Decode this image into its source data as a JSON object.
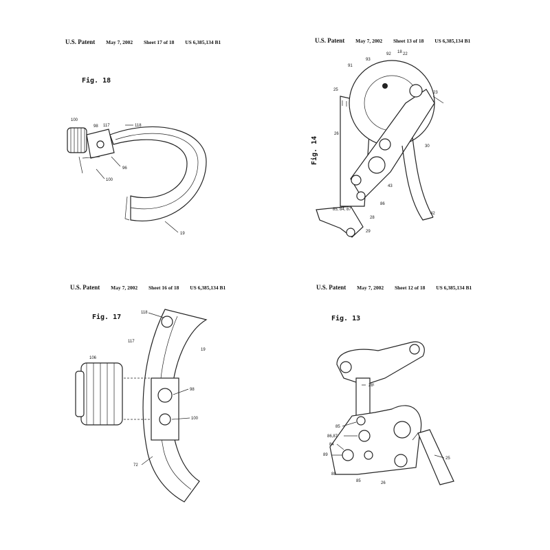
{
  "sheets": [
    {
      "patent": "U.S. Patent",
      "date": "May 7, 2002",
      "sheet": "Sheet 17 of 18",
      "number": "US 6,385,134 B1",
      "fig": "Fig. 18",
      "refs": {
        "r100a": "100",
        "r98": "98",
        "r117": "117",
        "r118": "118",
        "r96": "96",
        "r100b": "100",
        "r19": "19"
      }
    },
    {
      "patent": "U.S. Patent",
      "date": "May 7, 2002",
      "sheet": "Sheet 13 of 18",
      "number": "US 6,385,134 B1",
      "fig": "Fig. 14",
      "refs": {
        "r91": "91",
        "r93": "93",
        "r92": "92",
        "r18": "18",
        "r22": "22",
        "r25": "25",
        "r23": "23",
        "r26": "26",
        "r30": "30",
        "r42": "42",
        "r43": "43",
        "r86": "86",
        "r28": "28",
        "r29": "29",
        "r85": "85, 84, 87"
      }
    },
    {
      "patent": "U.S. Patent",
      "date": "May 7, 2002",
      "sheet": "Sheet 16 of 18",
      "number": "US 6,385,134 B1",
      "fig": "Fig. 17",
      "refs": {
        "r118": "118",
        "r117": "117",
        "r19": "19",
        "r106": "106",
        "r98": "98",
        "r100": "100",
        "r72": "72"
      }
    },
    {
      "patent": "U.S. Patent",
      "date": "May 7, 2002",
      "sheet": "Sheet 12 of 18",
      "number": "US 6,385,134 B1",
      "fig": "Fig. 13",
      "refs": {
        "r281": "28¹",
        "r85": "85",
        "r8687": "86,87",
        "r84": "84",
        "r89": "89",
        "r88": "88",
        "r85b": "85",
        "r26": "26",
        "r25": "25"
      }
    }
  ]
}
